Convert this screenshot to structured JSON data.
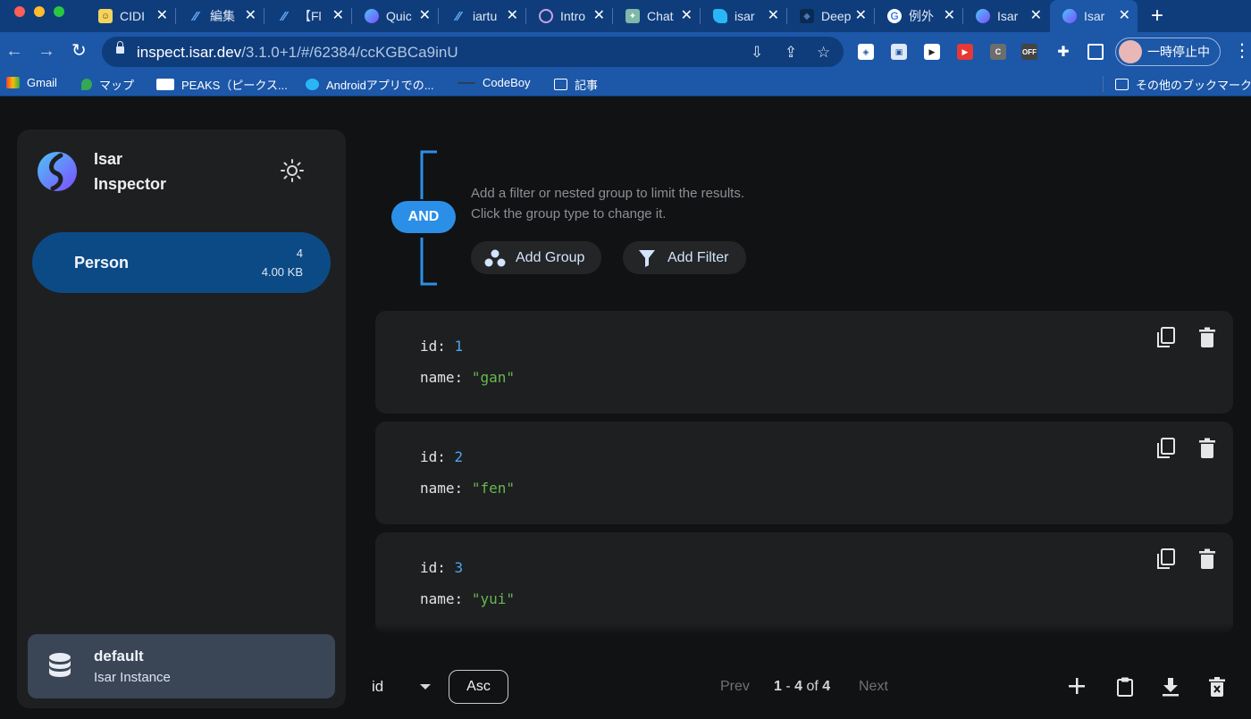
{
  "browser": {
    "tabs": [
      {
        "label": "CIDI",
        "icon": "yellow-smile-icon"
      },
      {
        "label": "編集",
        "icon": "zenn-icon"
      },
      {
        "label": "【Fl",
        "icon": "zenn-icon"
      },
      {
        "label": "Quic",
        "icon": "isar-icon"
      },
      {
        "label": "iartu",
        "icon": "zenn-icon"
      },
      {
        "label": "Intro",
        "icon": "openai-icon"
      },
      {
        "label": "Chat",
        "icon": "openai-icon"
      },
      {
        "label": "isar",
        "icon": "dart-icon"
      },
      {
        "label": "Deep",
        "icon": "deepl-icon"
      },
      {
        "label": "例外",
        "icon": "google-icon"
      },
      {
        "label": "Isar",
        "icon": "isar-icon"
      },
      {
        "label": "Isar",
        "icon": "isar-icon",
        "active": true
      }
    ],
    "url_host": "inspect.isar.dev",
    "url_path": "/3.1.0+1/#/62384/ccKGBCa9inU",
    "profile_label": "一時停止中",
    "bookmarks": [
      "Gmail",
      "マップ",
      "PEAKS（ピークス...",
      "Androidアプリでの...",
      "CodeBoy",
      "記事"
    ],
    "other_bookmarks": "その他のブックマーク"
  },
  "sidebar": {
    "brand_line1": "Isar",
    "brand_line2": "Inspector",
    "collection": {
      "name": "Person",
      "count": "4",
      "size": "4.00 KB"
    },
    "instance": {
      "name": "default",
      "subtitle": "Isar Instance"
    }
  },
  "filter": {
    "group_type": "AND",
    "hint_line1": "Add a filter or nested group to limit the results.",
    "hint_line2": "Click the group type to change it.",
    "add_group_label": "Add Group",
    "add_filter_label": "Add Filter"
  },
  "records": [
    {
      "id_key": "id:",
      "id": "1",
      "name_key": "name:",
      "name": "\"gan\""
    },
    {
      "id_key": "id:",
      "id": "2",
      "name_key": "name:",
      "name": "\"fen\""
    },
    {
      "id_key": "id:",
      "id": "3",
      "name_key": "name:",
      "name": "\"yui\""
    }
  ],
  "footer": {
    "sort_field": "id",
    "sort_order": "Asc",
    "prev_label": "Prev",
    "next_label": "Next",
    "range_start": "1",
    "range_sep": " - ",
    "range_end": "4",
    "of_label": " of ",
    "total": "4"
  },
  "colors": {
    "accent": "#2b8fe8",
    "collection_bg": "#0c4a86",
    "number": "#4fa3f0",
    "string": "#66b84f"
  }
}
